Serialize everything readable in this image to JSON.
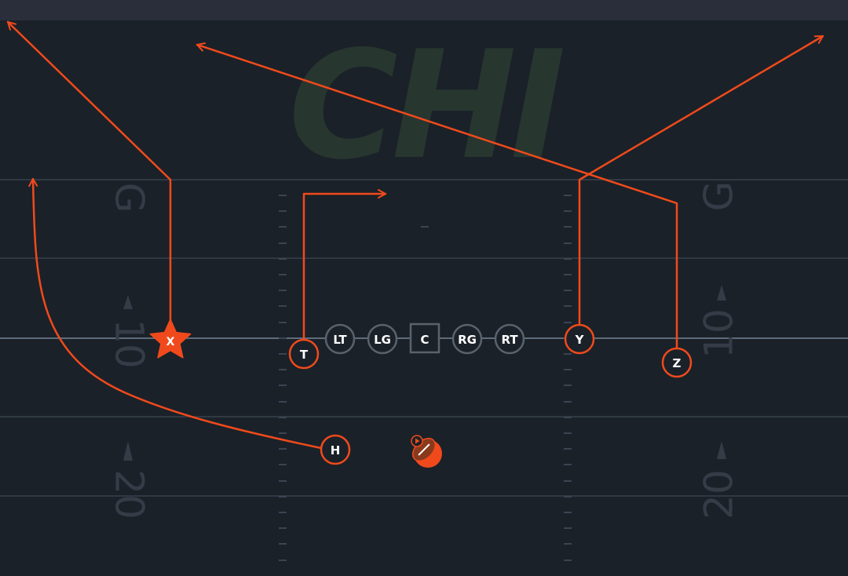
{
  "team_wordmark": "CHI",
  "yard_numbers": {
    "goal": "G",
    "ten": "10",
    "twenty": "20"
  },
  "colors": {
    "field": "#1b2128",
    "route": "#f04a1c",
    "lineman_stroke": "#5a626d",
    "yard_line": "#2f3944",
    "line_of_scrimmage": "#5d6c7b",
    "field_text": "#343c47",
    "wordmark": "#27362f"
  },
  "offensive_line": [
    "LT",
    "LG",
    "C",
    "RG",
    "RT"
  ],
  "skill_players": {
    "x": "X",
    "t": "T",
    "y": "Y",
    "z": "Z",
    "h": "H"
  },
  "icons": {
    "x_marker": "star-icon",
    "ball": "football-icon",
    "ball_badge": "play-icon"
  }
}
